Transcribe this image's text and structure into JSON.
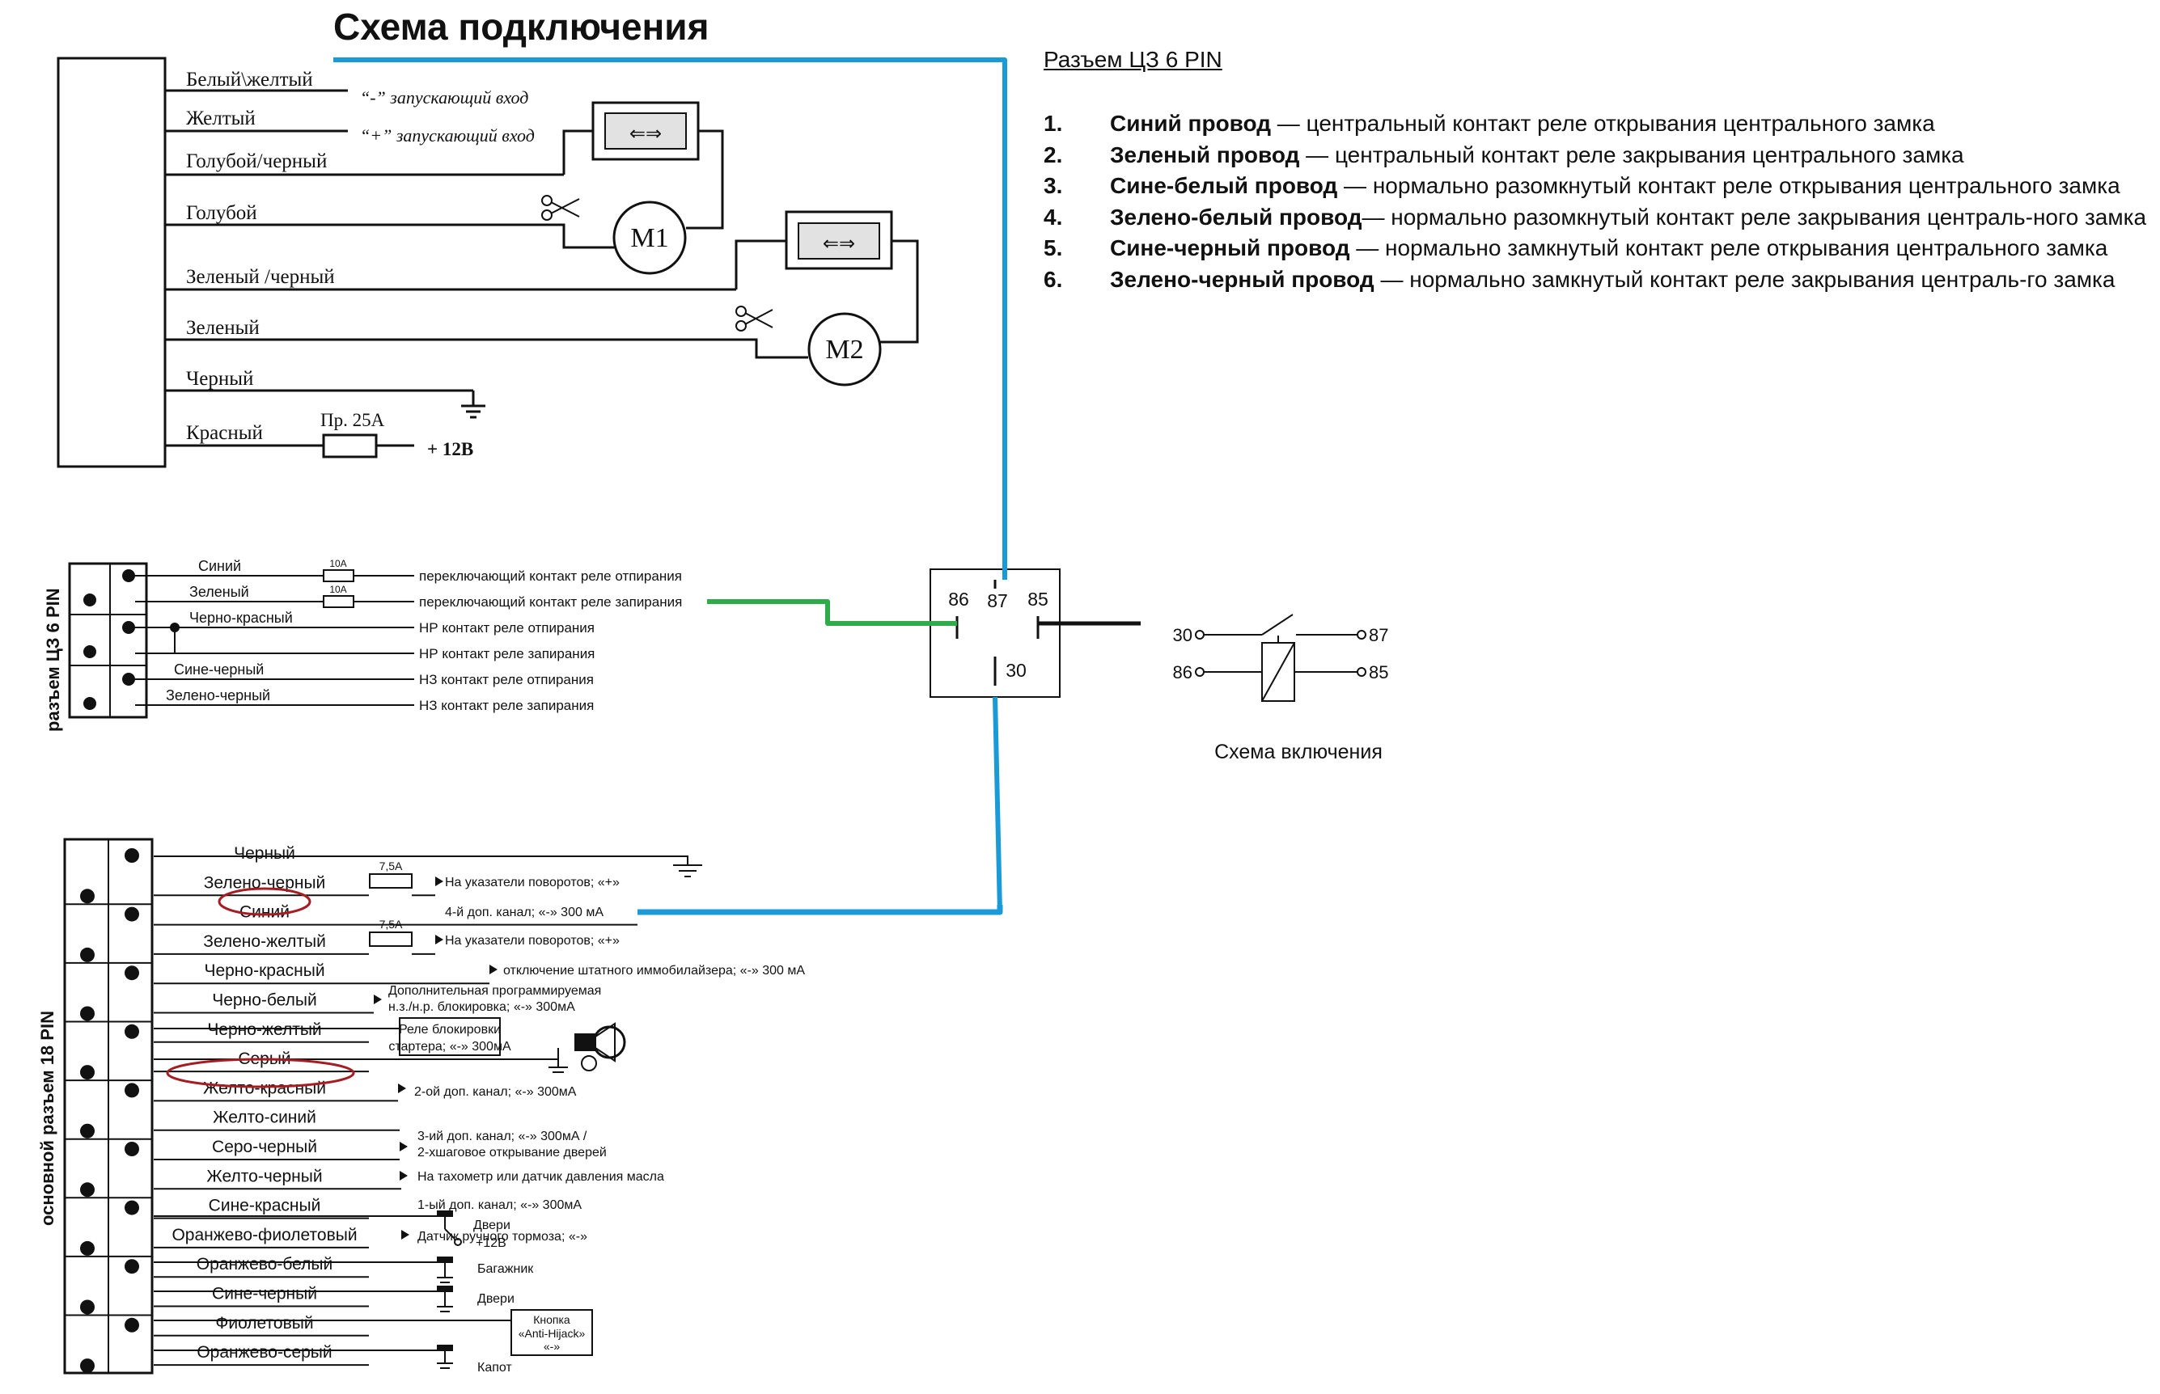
{
  "title": "Схема подключения",
  "connector6": {
    "heading": "Разъем ЦЗ 6 PIN",
    "items": [
      {
        "num": "1.",
        "bold": "Синий провод",
        "rest": " — центральный контакт реле открывания центрального замка"
      },
      {
        "num": "2.",
        "bold": "Зеленый провод",
        "rest": " — центральный контакт реле закрывания центрального замка"
      },
      {
        "num": "3.",
        "bold": "Сине-белый провод",
        "rest": " — нормально разомкнутый контакт реле открывания центрального замка"
      },
      {
        "num": "4.",
        "bold": "Зелено-белый провод",
        "rest": "— нормально разомкнутый контакт реле закрывания централь-ного замка"
      },
      {
        "num": "5.",
        "bold": "Сине-черный провод",
        "rest": " — нормально замкнутый контакт реле открывания центрального замка"
      },
      {
        "num": "6.",
        "bold": "Зелено-черный провод",
        "rest": " — нормально замкнутый контакт реле закрывания централь-го замка"
      }
    ]
  },
  "top_block": {
    "wires": [
      "Белый\\желтый",
      "Желтый",
      "Голубой/черный",
      "Голубой",
      "Зеленый /черный",
      "Зеленый",
      "Черный",
      "Красный"
    ],
    "input_minus": "“-” запускающий вход",
    "input_plus": "“+” запускающий вход",
    "motor1": "M1",
    "motor2": "M2",
    "switch_glyph": "⇐⇒",
    "fuse": "Пр. 25А",
    "power": "+ 12В"
  },
  "cz6": {
    "side_label": "разъем ЦЗ 6 PIN",
    "wires": [
      "Синий",
      "Зеленый",
      "Черно-красный",
      "Сине-черный",
      "Зелено-черный"
    ],
    "fuse": "10А",
    "descriptions": [
      "переключающий контакт реле отпирания",
      "переключающий контакт реле запирания",
      "НР контакт реле отпирания",
      "НР контакт реле запирания",
      "НЗ контакт реле отпирания",
      "НЗ контакт реле запирания"
    ]
  },
  "relay": {
    "pins": [
      "86",
      "87",
      "85",
      "30"
    ],
    "schema_pins": [
      "30",
      "87",
      "86",
      "85"
    ],
    "schema_caption": "Схема включения"
  },
  "main18": {
    "side_label": "основной разъем 18 PIN",
    "wires": [
      "Черный",
      "Зелено-черный",
      "Синий",
      "Зелено-желтый",
      "Черно-красный",
      "Черно-белый",
      "Черно-желтый",
      "Серый",
      "Желто-красный",
      "Желто-синий",
      "Серо-черный",
      "Желто-черный",
      "Сине-красный",
      "Оранжево-фиолетовый",
      "Оранжево-белый",
      "Сине-черный",
      "Фиолетовый",
      "Оранжево-серый"
    ],
    "fuse": "7,5А",
    "notes": {
      "turn1": "На указатели поворотов; «+»",
      "ch4": "4-й доп. канал; «-» 300 мА",
      "turn2": "На указатели поворотов; «+»",
      "immo": "отключение штатного иммобилайзера; «-» 300 мА",
      "prog1": "Дополнительная программируемая",
      "prog2": "н.з./н.р. блокировка; «-» 300мА",
      "starter1": "Реле блокировки",
      "starter2": "стартера; «-» 300мА",
      "ch2": "2-ой доп. канал; «-» 300мА",
      "ch3a": "3-ий доп. канал; «-» 300мА /",
      "ch3b": "2-хшаговое открывание дверей",
      "tacho": "На тахометр или датчик давления масла",
      "ch1": "1-ый доп. канал; «-» 300мА",
      "doors1": "Двери",
      "plus12": "+12В",
      "handbrake": "Датчик ручного тормоза; «-»",
      "trunk": "Багажник",
      "doors2": "Двери",
      "ah1": "Кнопка",
      "ah2": "«Anti-Hijack»",
      "ah3": "«-»",
      "hood": "Капот"
    }
  },
  "colors": {
    "blue": "#1a9ad6",
    "green": "#2fab4a",
    "red_mark": "#a51d23",
    "ink": "#111111"
  }
}
